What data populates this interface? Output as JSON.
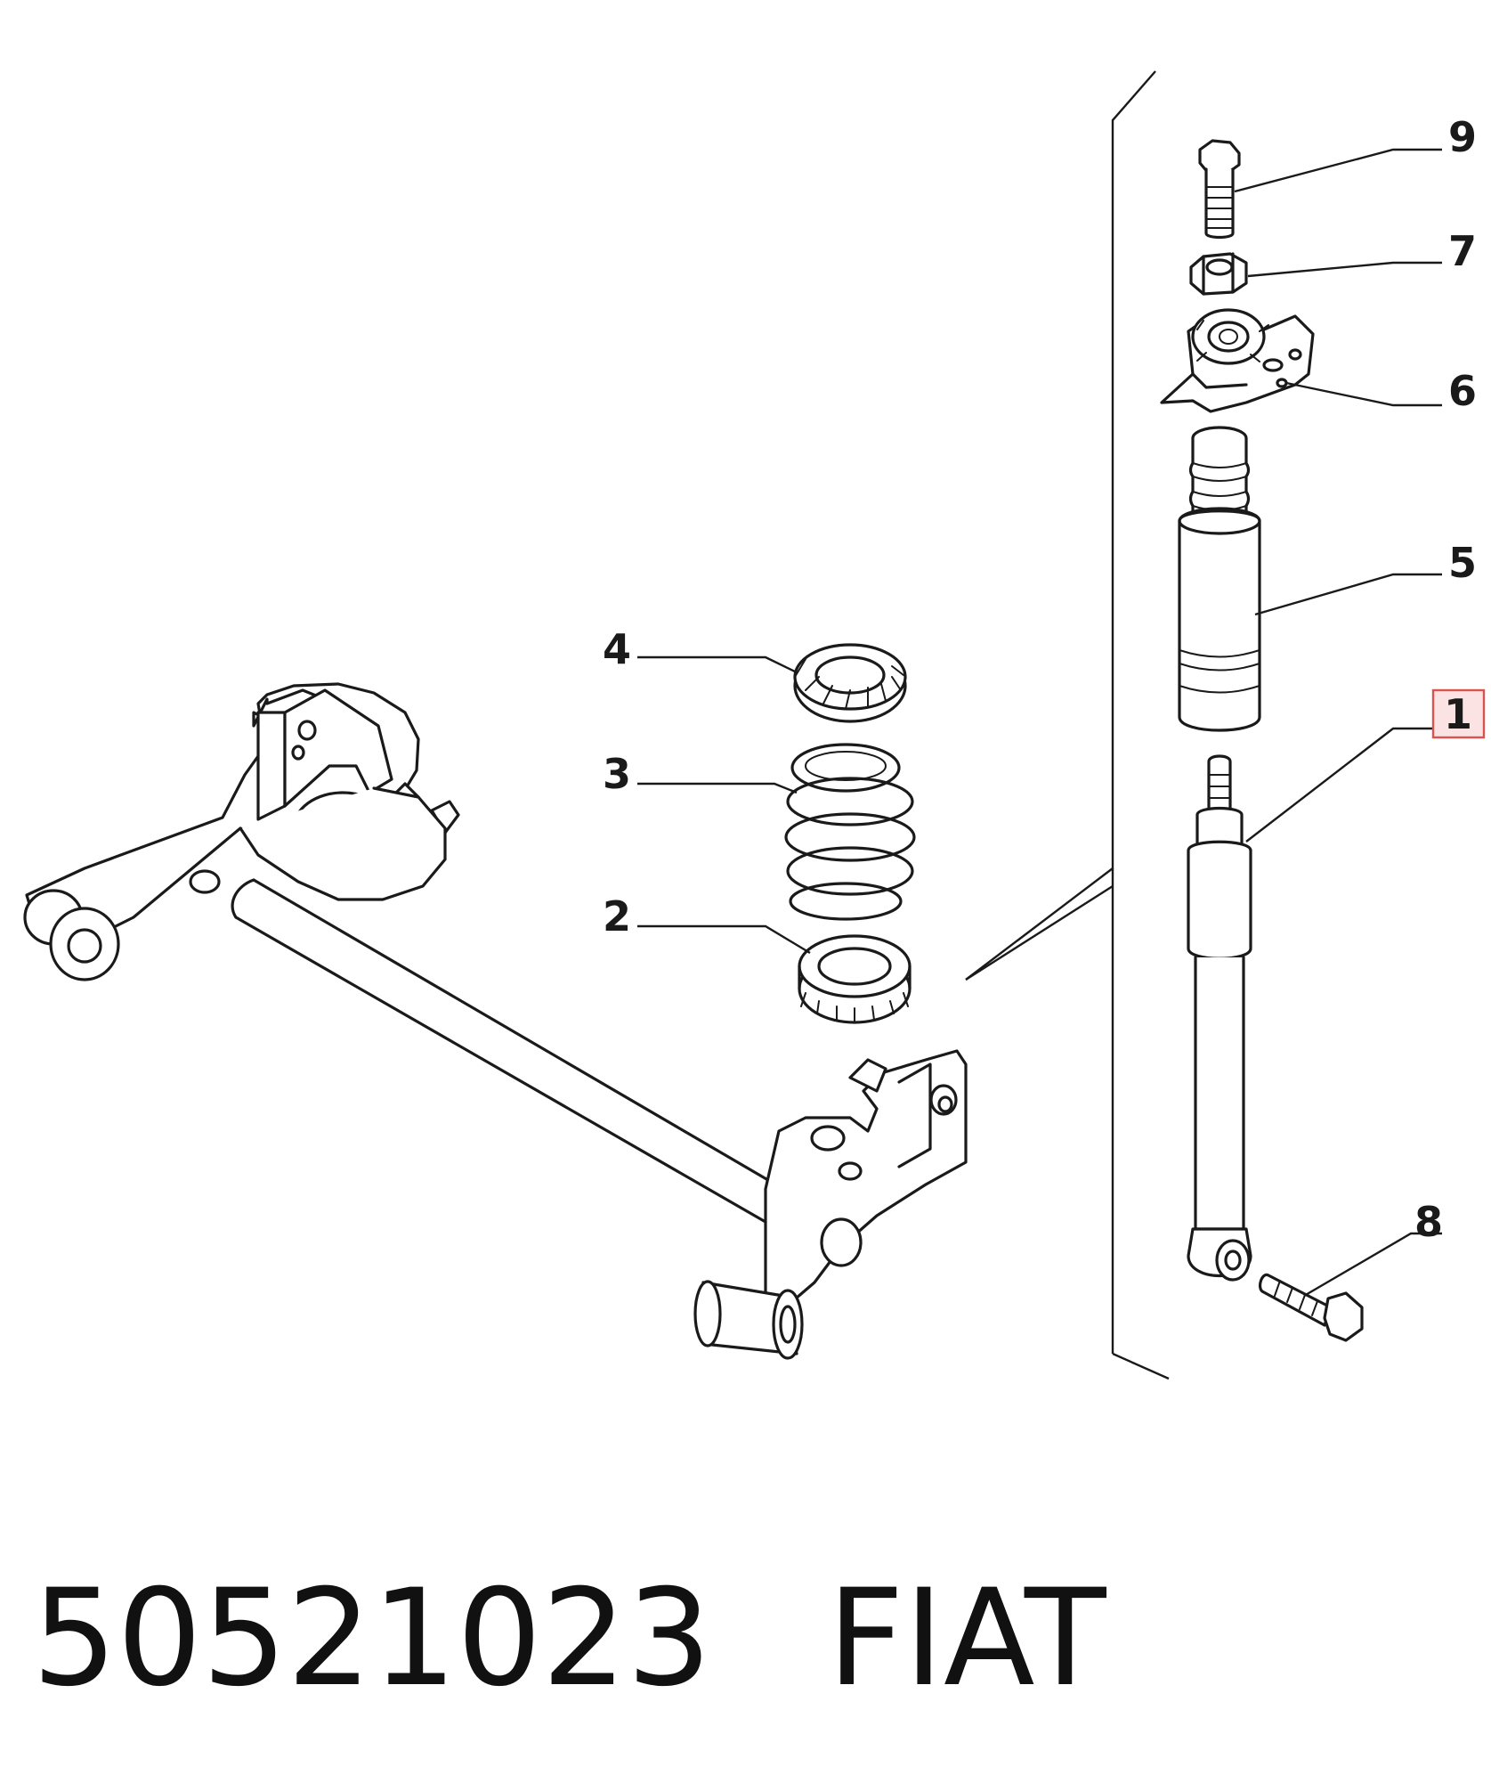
{
  "callouts": [
    {
      "id": "9",
      "label": "9",
      "highlighted": false
    },
    {
      "id": "7",
      "label": "7",
      "highlighted": false
    },
    {
      "id": "6",
      "label": "6",
      "highlighted": false
    },
    {
      "id": "5",
      "label": "5",
      "highlighted": false
    },
    {
      "id": "4",
      "label": "4",
      "highlighted": false
    },
    {
      "id": "3",
      "label": "3",
      "highlighted": false
    },
    {
      "id": "2",
      "label": "2",
      "highlighted": false
    },
    {
      "id": "1",
      "label": "1",
      "highlighted": true
    },
    {
      "id": "8",
      "label": "8",
      "highlighted": false
    }
  ],
  "highlight_color": "#d9534f",
  "highlight_fill": "#fbe3e3",
  "part_number": "50521023",
  "brand": "FIAT"
}
